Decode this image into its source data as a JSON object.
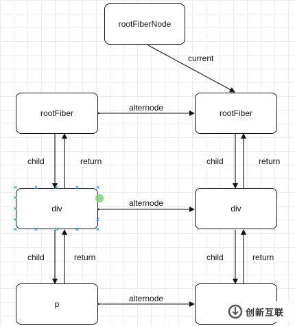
{
  "nodes": {
    "root_fiber_node": "rootFiberNode",
    "left_root_fiber": "rootFiber",
    "right_root_fiber": "rootFiber",
    "left_div": "div",
    "right_div": "div",
    "left_p": "p",
    "right_p": ""
  },
  "edges": {
    "current": "current",
    "alternode_top": "alternode",
    "alternode_mid": "alternode",
    "alternode_bottom": "alternode",
    "child_left_top": "child",
    "return_left_top": "return",
    "child_right_top": "child",
    "return_right_top": "return",
    "child_left_bottom": "child",
    "return_left_bottom": "return",
    "child_right_bottom": "child",
    "return_right_bottom": "return"
  },
  "watermark": {
    "text": "创新互联",
    "logo": "chuangxin-hulian-logo"
  },
  "colors": {
    "selection_handle": "#29a3e6",
    "hover_dot": "#7dd37d",
    "stroke": "#111111"
  }
}
